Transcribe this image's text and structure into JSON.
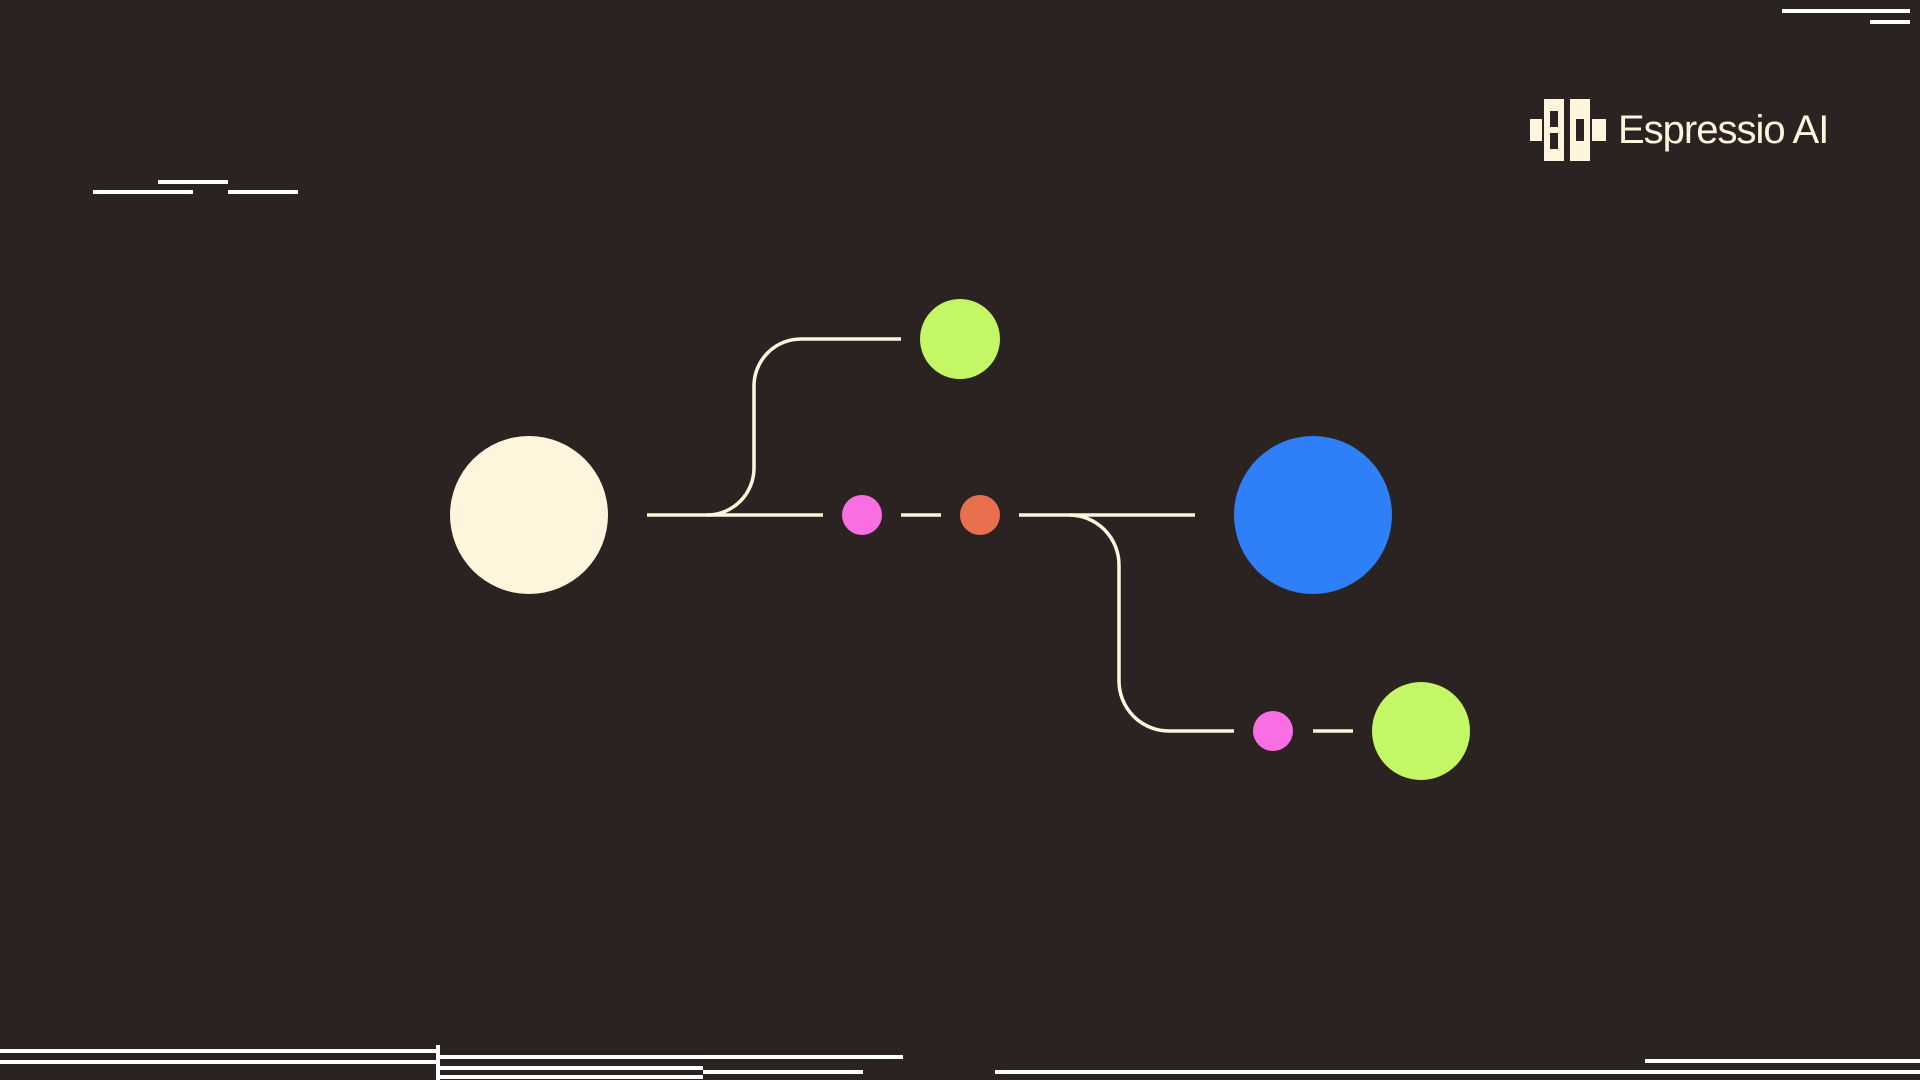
{
  "brand": {
    "name": "Espressio AI",
    "logo_icon": "pixel-grid-logo-icon"
  },
  "colors": {
    "background": "#2b2322",
    "line": "#fff5dd",
    "deco_line": "#ffffff",
    "source_node": "#fff5dd",
    "target_node": "#2f7ff8",
    "branch_node": "#c3f766",
    "small_node_pink": "#f96ee3",
    "small_node_orange": "#e8704f"
  },
  "diagram": {
    "nodes": [
      {
        "id": "source",
        "kind": "large",
        "color": "cream"
      },
      {
        "id": "pink-dot-1",
        "kind": "small",
        "color": "pink"
      },
      {
        "id": "orange-dot",
        "kind": "small",
        "color": "orange"
      },
      {
        "id": "target",
        "kind": "large",
        "color": "blue"
      },
      {
        "id": "branch-top",
        "kind": "medium",
        "color": "green"
      },
      {
        "id": "pink-dot-2",
        "kind": "small",
        "color": "pink"
      },
      {
        "id": "branch-bottom",
        "kind": "medium",
        "color": "green"
      }
    ],
    "edges": [
      {
        "from": "source",
        "to": "pink-dot-1"
      },
      {
        "from": "source",
        "to": "branch-top"
      },
      {
        "from": "pink-dot-1",
        "to": "orange-dot"
      },
      {
        "from": "orange-dot",
        "to": "target"
      },
      {
        "from": "orange-dot",
        "to": "pink-dot-2"
      },
      {
        "from": "pink-dot-2",
        "to": "branch-bottom"
      }
    ]
  }
}
